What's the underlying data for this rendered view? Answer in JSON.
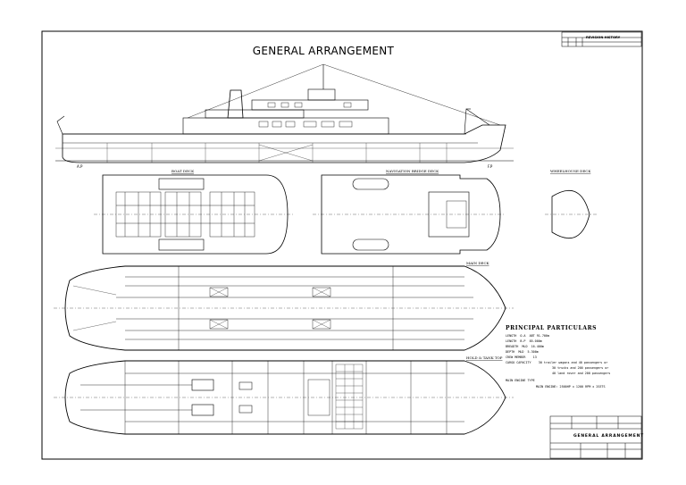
{
  "drawing": {
    "title": "GENERAL ARRANGEMENT",
    "views": {
      "boat_deck": "BOAT DECK",
      "navigation_bridge_deck": "NAVIGATION BRIDGE DECK",
      "wheelhouse_top": "WHEELHOUSE DECK",
      "main_deck": "MAIN DECK",
      "hold_tank_top": "HOLD & TANK TOP"
    },
    "profile_marks": {
      "aft": "A.P",
      "fwd": "F.P"
    }
  },
  "particulars": {
    "title": "PRINCIPAL PARTICULARS",
    "rows": [
      {
        "key": "LENGTH",
        "abbr": "O.A",
        "value": "ABT 91.700m"
      },
      {
        "key": "LENGTH",
        "abbr": "B.P",
        "value": "85.000m"
      },
      {
        "key": "BREADTH",
        "abbr": "MLD",
        "value": "16.400m"
      },
      {
        "key": "DEPTH",
        "abbr": "MLD",
        "value": "5.300m"
      },
      {
        "key": "CREW MEMBER",
        "abbr": "",
        "value": "13"
      },
      {
        "key": "CARGO CAPACITY",
        "abbr": "",
        "value": "30 trailer wagons and 40 passengers or"
      },
      {
        "key": "",
        "abbr": "",
        "value": "30 trucks and 200 passengers or"
      },
      {
        "key": "",
        "abbr": "",
        "value": "40 land rover and 200 passengers"
      },
      {
        "key": "MAIN ENGINE TYPE",
        "abbr": "",
        "value": ""
      },
      {
        "key": "",
        "abbr": "",
        "value": "MAIN ENGINE: 2500HP x 1200 RPM x 2SETS"
      }
    ]
  },
  "title_block": {
    "history_header": "REVISION HISTORY",
    "drawing_name": "GENERAL ARRANGEMENT"
  }
}
